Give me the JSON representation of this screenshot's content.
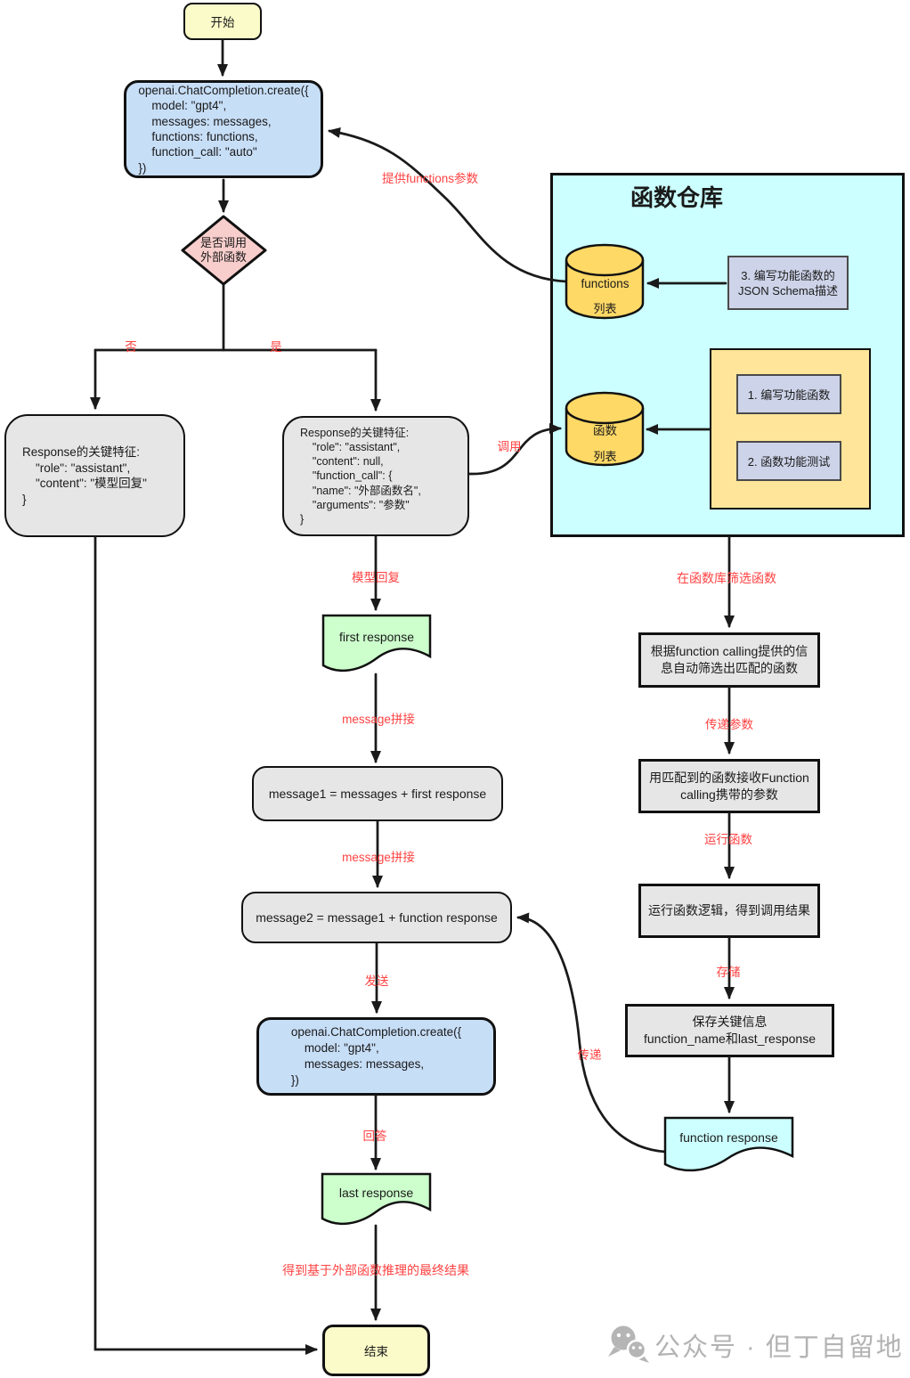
{
  "colors": {
    "node_yellow": "#fbfbc9",
    "node_blue": "#c7def7",
    "decision_pink": "#f8cecc",
    "node_gray": "#e6e6e6",
    "panel_cyan": "#ccffff",
    "cylinder_yellow": "#ffd966",
    "container_orange": "#ffe599",
    "step_lavender": "#cdd3e8",
    "doc_green": "#ccffcc",
    "doc_cyan": "#ccffff",
    "edge_label_red": "#ff4242",
    "watermark_gray": "#b3b3b3"
  },
  "nodes": {
    "start": "开始",
    "api_call_1": "openai.ChatCompletion.create({\n    model: \"gpt4\",\n    messages: messages,\n    functions: functions,\n    function_call: \"auto\"\n})",
    "decision": "是否调用\n外部函数",
    "response_no": "Response的关键特征:\n    \"role\": \"assistant\",\n    \"content\": \"模型回复\"\n}",
    "response_yes": "Response的关键特征:\n    \"role\": \"assistant\",\n    \"content\": null,\n    \"function_call\": {\n    \"name\": \"外部函数名\",\n    \"arguments\": \"参数\"\n}",
    "first_response": "first response",
    "message1": "message1 = messages + first response",
    "message2": "message2 = message1 + function response",
    "api_call_2": "openai.ChatCompletion.create({\n    model: \"gpt4\",\n    messages: messages,\n})",
    "last_response": "last response",
    "end": "结束"
  },
  "warehouse": {
    "title": "函数仓库",
    "functions_store_name": "functions",
    "functions_store_suffix": "列表",
    "function_store_name": "函数",
    "function_store_suffix": "列表",
    "step1": "1. 编写功能函数",
    "step2": "2. 函数功能测试",
    "step3": "3. 编写功能函数的\nJSON Schema描述"
  },
  "pipeline": {
    "filter": "根据function calling提供的信息自动筛选出匹配的函数",
    "receive": "用匹配到的函数接收Function calling携带的参数",
    "run": "运行函数逻辑，得到调用结果",
    "save": "保存关键信息\nfunction_name和last_response",
    "function_response": "function response"
  },
  "edge_labels": {
    "branch_no": "否",
    "branch_yes": "是",
    "provide_functions": "提供functions参数",
    "invoke": "调用",
    "model_reply": "模型回复",
    "concat_1": "message拼接",
    "concat_2": "message拼接",
    "send": "发送",
    "answer": "回答",
    "final_result": "得到基于外部函数推理的最终结果",
    "filter_in_library": "在函数库筛选函数",
    "pass_params": "传递参数",
    "run_function": "运行函数",
    "store": "存储",
    "pass": "传递"
  },
  "watermark": "公众号 · 但丁自留地"
}
